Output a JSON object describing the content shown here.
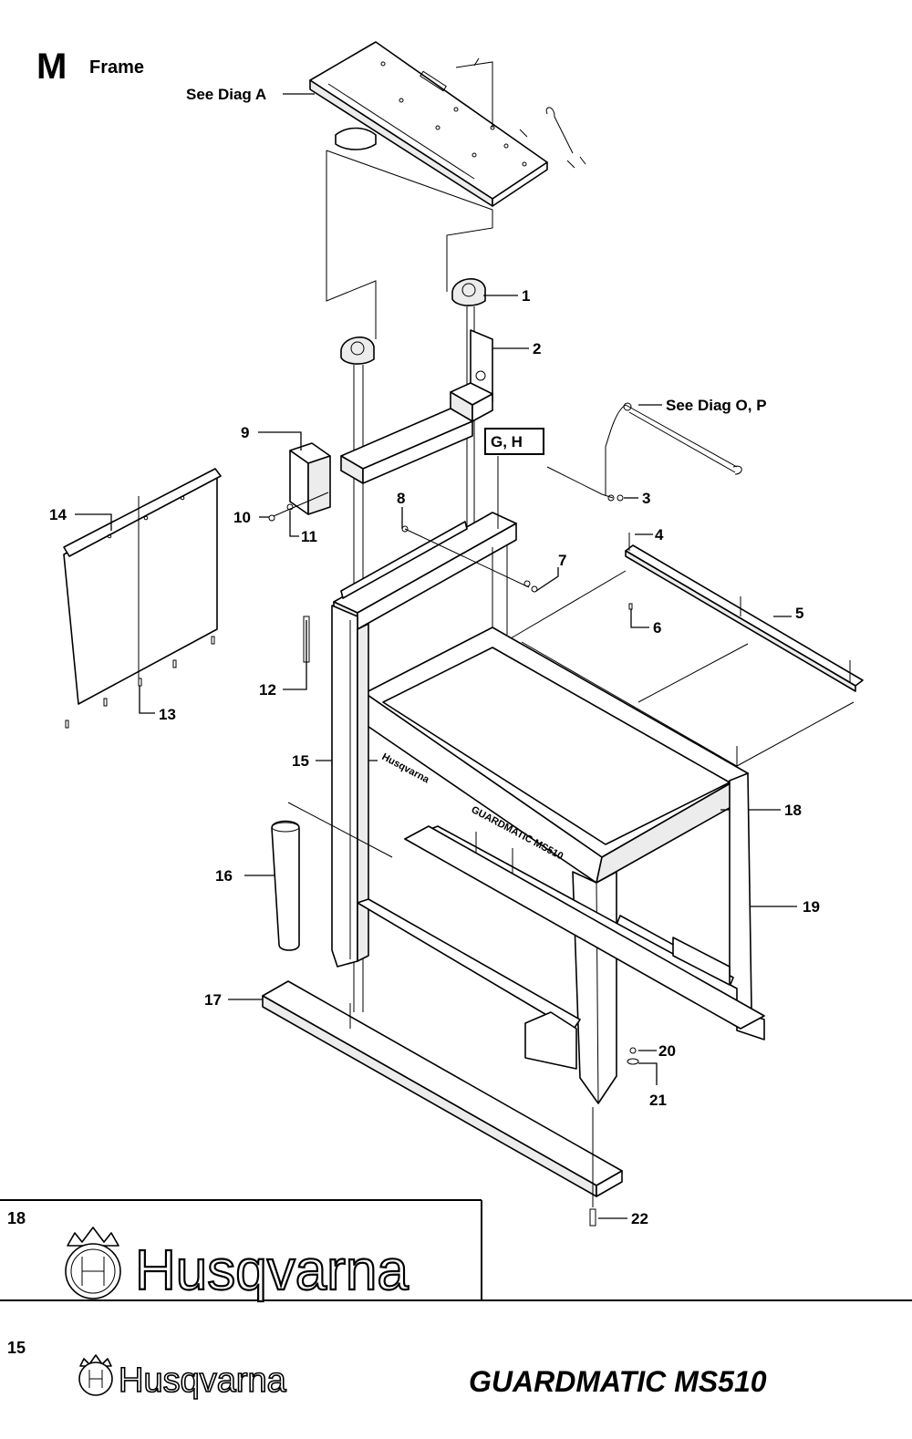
{
  "section": {
    "letter": "M",
    "title": "Frame"
  },
  "references": {
    "diag_a": "See Diag A",
    "diag_op": "See Diag O, P",
    "gh_box": "G, H"
  },
  "callouts": [
    "1",
    "2",
    "3",
    "4",
    "5",
    "6",
    "7",
    "8",
    "9",
    "10",
    "11",
    "12",
    "13",
    "14",
    "15",
    "16",
    "17",
    "18",
    "19",
    "20",
    "21",
    "22"
  ],
  "footer": {
    "page_top": "18",
    "page_bottom": "15",
    "brand": "Husqvarna",
    "model": "GUARDMATIC MS510"
  },
  "colors": {
    "ink": "#000000",
    "paper": "#ffffff"
  }
}
